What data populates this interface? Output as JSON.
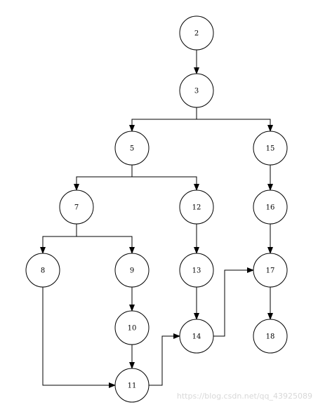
{
  "diagram": {
    "nodes": [
      {
        "id": "n2",
        "label": "2"
      },
      {
        "id": "n3",
        "label": "3"
      },
      {
        "id": "n5",
        "label": "5"
      },
      {
        "id": "n15",
        "label": "15"
      },
      {
        "id": "n7",
        "label": "7"
      },
      {
        "id": "n12",
        "label": "12"
      },
      {
        "id": "n16",
        "label": "16"
      },
      {
        "id": "n8",
        "label": "8"
      },
      {
        "id": "n9",
        "label": "9"
      },
      {
        "id": "n13",
        "label": "13"
      },
      {
        "id": "n17",
        "label": "17"
      },
      {
        "id": "n10",
        "label": "10"
      },
      {
        "id": "n14",
        "label": "14"
      },
      {
        "id": "n18",
        "label": "18"
      },
      {
        "id": "n11",
        "label": "11"
      }
    ],
    "edges": [
      {
        "from": "n2",
        "to": "n3"
      },
      {
        "from": "n3",
        "to": "n5"
      },
      {
        "from": "n3",
        "to": "n15"
      },
      {
        "from": "n5",
        "to": "n7"
      },
      {
        "from": "n5",
        "to": "n12"
      },
      {
        "from": "n15",
        "to": "n16"
      },
      {
        "from": "n7",
        "to": "n8"
      },
      {
        "from": "n7",
        "to": "n9"
      },
      {
        "from": "n12",
        "to": "n13"
      },
      {
        "from": "n16",
        "to": "n17"
      },
      {
        "from": "n9",
        "to": "n10"
      },
      {
        "from": "n13",
        "to": "n14"
      },
      {
        "from": "n17",
        "to": "n18"
      },
      {
        "from": "n10",
        "to": "n11"
      },
      {
        "from": "n8",
        "to": "n11"
      },
      {
        "from": "n11",
        "to": "n14"
      },
      {
        "from": "n14",
        "to": "n17"
      }
    ]
  },
  "watermark": {
    "text": "https://blog.csdn.net/qq_43925089"
  }
}
